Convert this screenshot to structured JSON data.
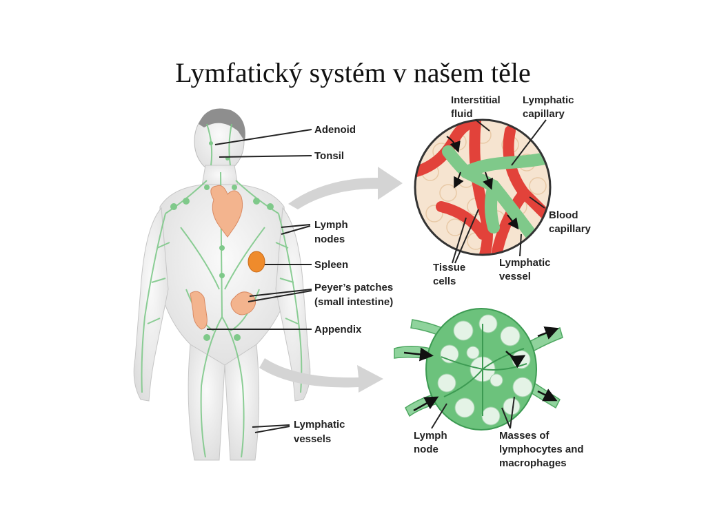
{
  "title": "Lymfatický systém v našem těle",
  "body_labels": {
    "adenoid": "Adenoid",
    "tonsil": "Tonsil",
    "lymph_nodes": [
      "Lymph",
      "nodes"
    ],
    "spleen": "Spleen",
    "peyers_patches": [
      "Peyer’s patches",
      "(small intestine)"
    ],
    "appendix": "Appendix",
    "lymphatic_vessels": [
      "Lymphatic",
      "vessels"
    ]
  },
  "capillary_labels": {
    "interstitial_fluid": [
      "Interstitial",
      "fluid"
    ],
    "lymphatic_capillary": [
      "Lymphatic",
      "capillary"
    ],
    "blood_capillary": [
      "Blood",
      "capillary"
    ],
    "tissue_cells": [
      "Tissue",
      "cells"
    ],
    "lymphatic_vessel": [
      "Lymphatic",
      "vessel"
    ]
  },
  "node_labels": {
    "lymph_node": [
      "Lymph",
      "node"
    ],
    "masses": [
      "Masses of",
      "lymphocytes and",
      "macrophages"
    ]
  },
  "colors": {
    "lymph_green": "#7fc98a",
    "blood_red": "#e2423a",
    "organ_peach": "#f3b48e",
    "spleen_orange": "#ef8b2c",
    "arrow_gray": "#d4d4d4"
  }
}
